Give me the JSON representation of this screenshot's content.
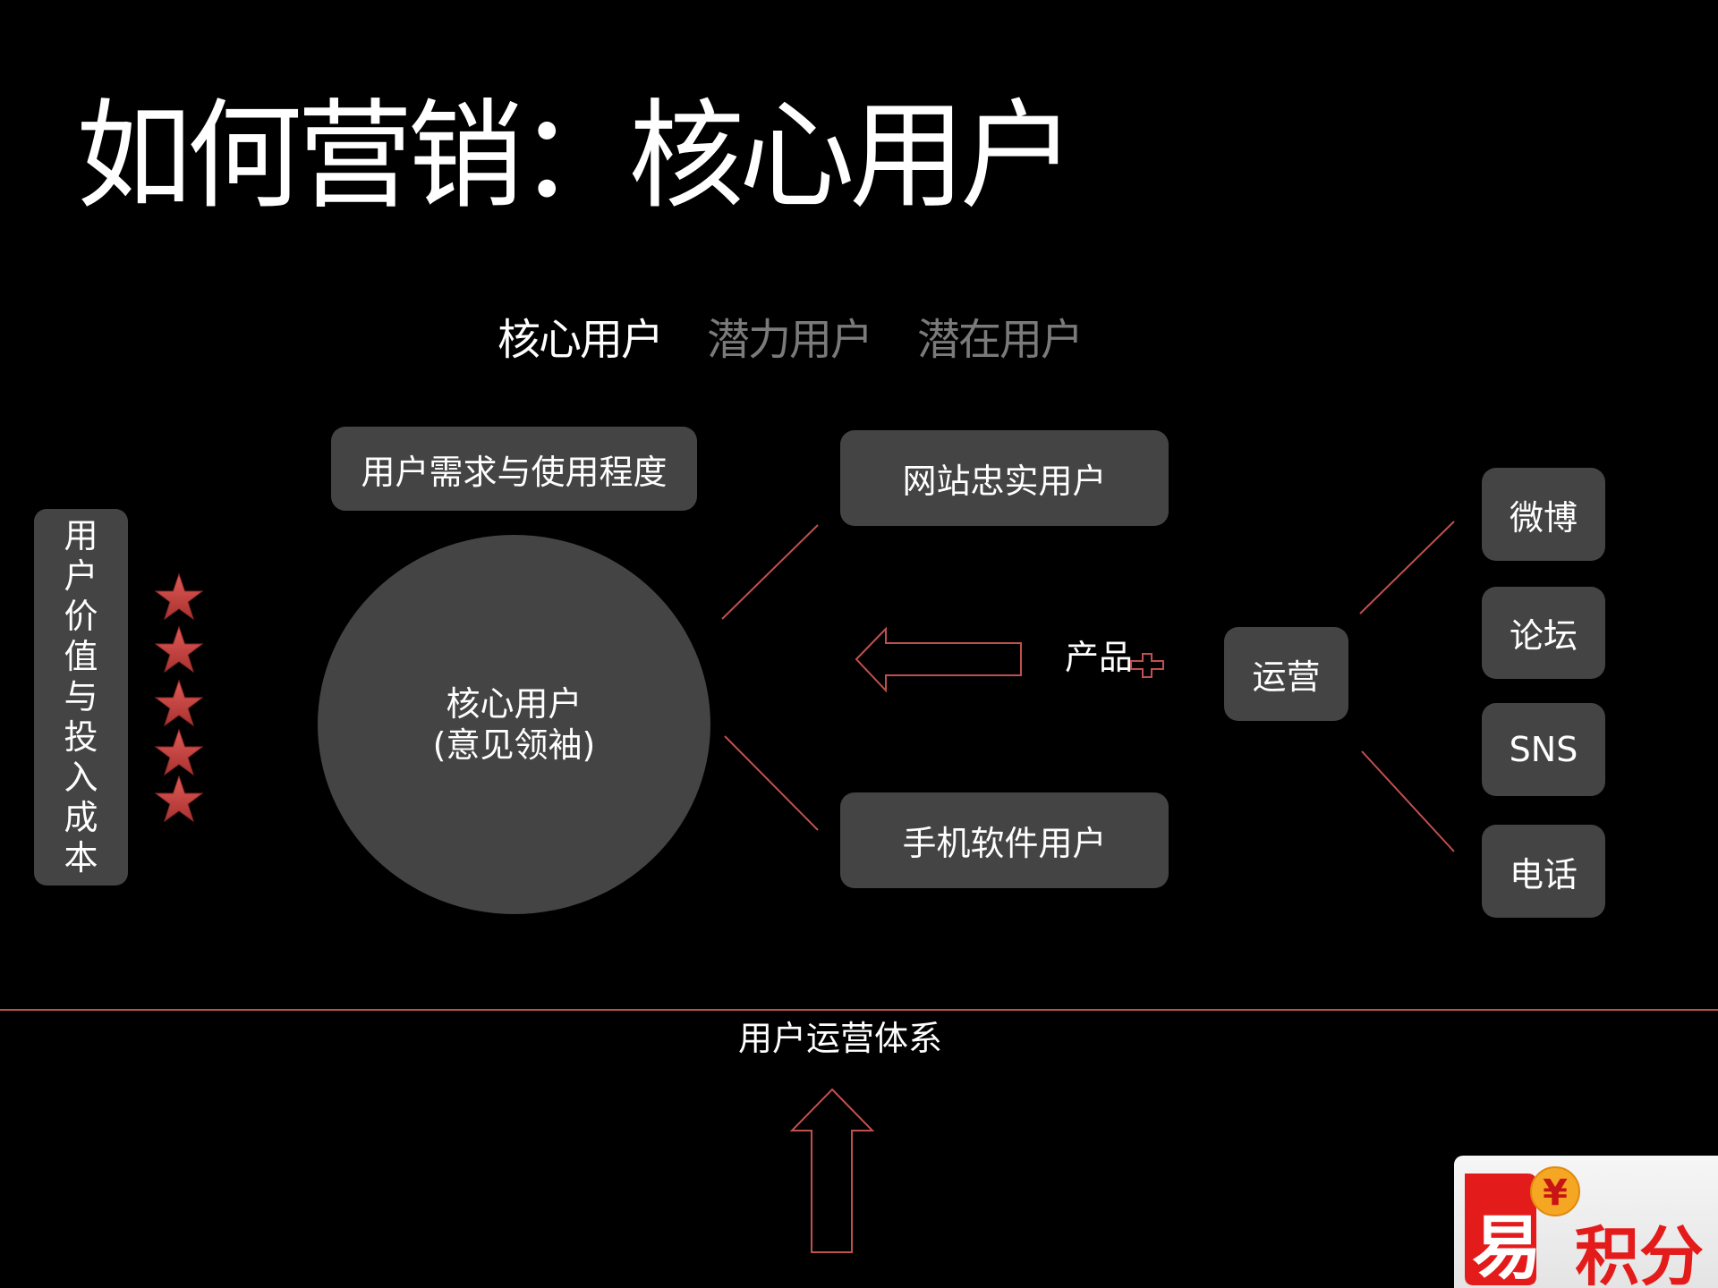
{
  "title": "如何营销：核心用户",
  "tabs": [
    {
      "label": "核心用户",
      "state": "active"
    },
    {
      "label": "潜力用户",
      "state": "inactive"
    },
    {
      "label": "潜在用户",
      "state": "inactive"
    }
  ],
  "left_panel": {
    "chars": [
      "用",
      "户",
      "价",
      "值",
      "与",
      "投",
      "入",
      "成",
      "本"
    ],
    "label": "用户价值与投入成本",
    "stars": 5
  },
  "demand_box": "用户需求与使用程度",
  "core_circle": {
    "line1": "核心用户",
    "line2": "(意见领袖)"
  },
  "segments": {
    "website": "网站忠实用户",
    "mobile": "手机软件用户"
  },
  "product_label": "产品",
  "operations_box": "运营",
  "channels": [
    "微博",
    "论坛",
    "SNS",
    "电话"
  ],
  "footer_label": "用户运营体系",
  "logo": {
    "text": "易积分",
    "badge": "¥"
  },
  "colors": {
    "background": "#000000",
    "box_fill": "#444444",
    "accent_red": "#c0504d",
    "inactive_text": "#7a7a7a",
    "logo_red": "#e41b1b",
    "coin_gold": "#f5a623"
  },
  "icons": {
    "star": "star-icon",
    "left_arrow": "arrow-left-outline-icon",
    "up_arrow": "arrow-up-outline-icon",
    "plus": "plus-outline-icon"
  }
}
